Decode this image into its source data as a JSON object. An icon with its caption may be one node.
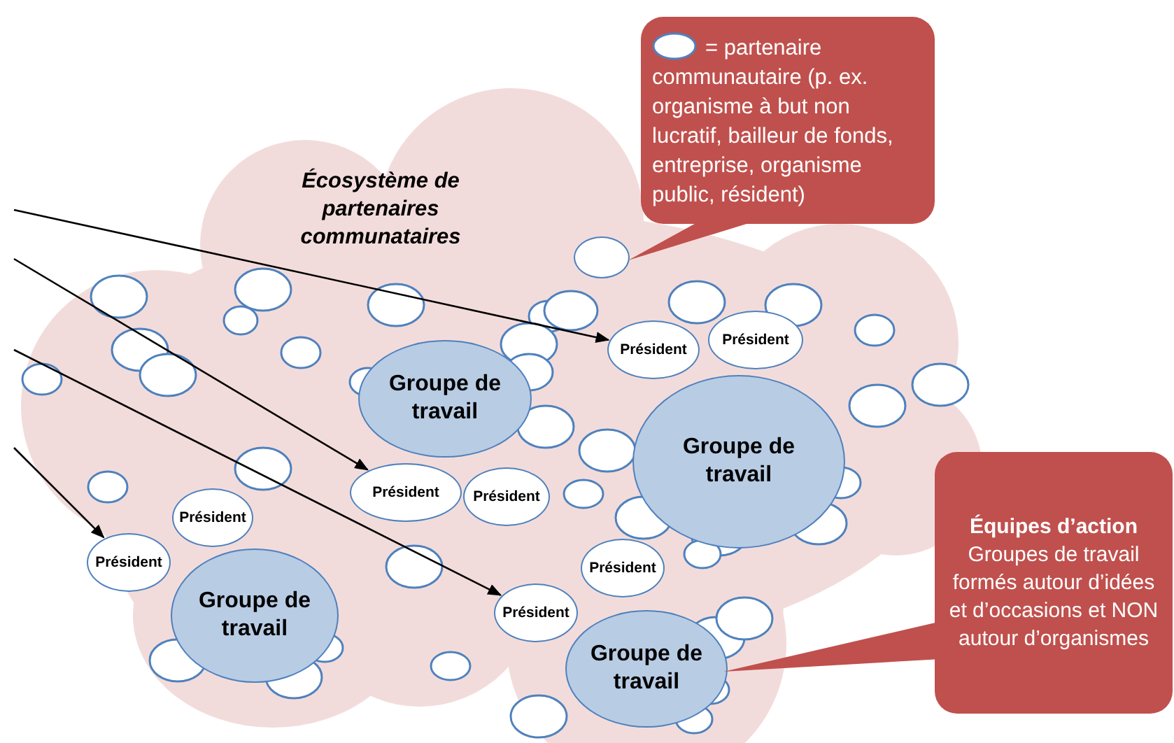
{
  "diagram": {
    "nodes": [
      {
        "text": [
          "Écosystème de partenaires communataires"
        ]
      },
      {
        "text": [
          "Groupe de travail"
        ],
        "in": 0
      },
      {
        "text": [
          "Président"
        ],
        "in": 0
      },
      {
        "text": [
          "Président"
        ],
        "in": 0
      },
      {
        "text": [
          "Groupe de travail"
        ],
        "in": 0
      },
      {
        "text": [
          "Président"
        ],
        "in": 0
      },
      {
        "text": [
          "Président"
        ],
        "in": 0
      },
      {
        "text": [
          "Président"
        ],
        "in": 0
      },
      {
        "text": [
          "Président"
        ],
        "in": 0
      },
      {
        "text": [
          "Groupe de travail"
        ],
        "in": 0
      },
      {
        "text": [
          "Président"
        ],
        "in": 0
      },
      {
        "text": [
          "Président"
        ],
        "in": 0
      },
      {
        "text": [
          "Groupe de travail"
        ]
      },
      {
        "text": [
          "= partenaire communautaire (p. ex. organisme à but non lucratif, bailleur de fonds, entreprise, organisme public, résident)"
        ]
      },
      {
        "text": [],
        "shape": "circle",
        "in": 0
      },
      {
        "text": [
          "Équipes d’action",
          "Groupes de travail formés autour d’idées et d’occasions et NON autour d’organismes"
        ]
      }
    ],
    "edges": [
      {
        "from": null,
        "to": 5,
        "arrow": "to"
      },
      {
        "from": null,
        "to": 2,
        "arrow": "to"
      },
      {
        "from": null,
        "to": 11,
        "arrow": "to"
      },
      {
        "from": null,
        "to": 8,
        "arrow": "to"
      },
      {
        "from": 13,
        "to": 14,
        "arrow": "none"
      },
      {
        "from": 15,
        "to": 12,
        "arrow": "none"
      }
    ]
  }
}
